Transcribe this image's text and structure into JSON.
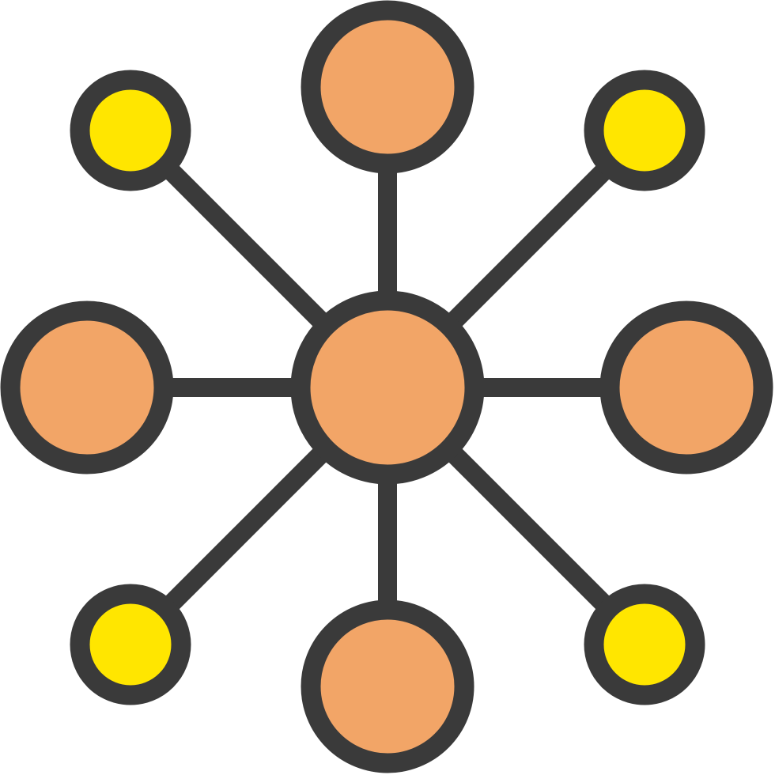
{
  "icon": {
    "name": "network-hub-icon",
    "colors": {
      "outline": "#3a3a3a",
      "large_node_fill": "#f2a567",
      "small_node_fill": "#ffe600",
      "background": "#ffffff"
    },
    "structure": {
      "hub": "center",
      "large_nodes": [
        "top",
        "right",
        "bottom",
        "left"
      ],
      "small_nodes": [
        "top-left",
        "top-right",
        "bottom-right",
        "bottom-left"
      ]
    }
  }
}
